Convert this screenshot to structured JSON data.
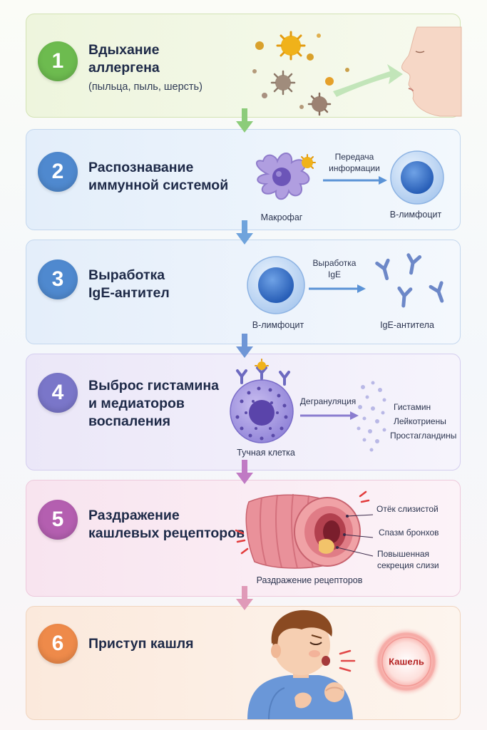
{
  "steps": [
    {
      "number": "1",
      "color": "#6dbb4f",
      "title": "Вдыхание\nаллергена",
      "subtitle": "(пыльца, пыль, шерсть)"
    },
    {
      "number": "2",
      "color": "#4f89cf",
      "title": "Распознавание\nиммунной системой",
      "labels": {
        "macrophage": "Макрофаг",
        "transfer": "Передача\nинформации",
        "b_cell": "B-лимфоцит"
      }
    },
    {
      "number": "3",
      "color": "#4f89cf",
      "title": "Выработка\nIgE-антител",
      "labels": {
        "b_cell": "B-лимфоцит",
        "production": "Выработка\nIgE",
        "antibodies": "IgE-антитела"
      }
    },
    {
      "number": "4",
      "color": "#7a76c9",
      "title": "Выброс гистамина\nи медиаторов\nвоспаления",
      "labels": {
        "mast_cell": "Тучная клетка",
        "degranulation": "Дегрануляция",
        "mediators": [
          "Гистамин",
          "Лейкотриены",
          "Простагландины"
        ]
      }
    },
    {
      "number": "5",
      "color": "#b45fb0",
      "title": "Раздражение\nкашлевых рецепторов",
      "labels": {
        "edema": "Отёк слизистой",
        "spasm": "Спазм бронхов",
        "mucus": "Повышенная\nсекреция слизи",
        "irritation": "Раздражение рецепторов"
      }
    },
    {
      "number": "6",
      "color": "#ee8a4a",
      "title": "Приступ кашля",
      "labels": {
        "cough": "Кашель"
      }
    }
  ],
  "colors": {
    "green": "#6dbb4f",
    "blue": "#4f89cf",
    "violet": "#7a76c9",
    "magenta": "#b45fb0",
    "orange": "#ee8a4a"
  }
}
